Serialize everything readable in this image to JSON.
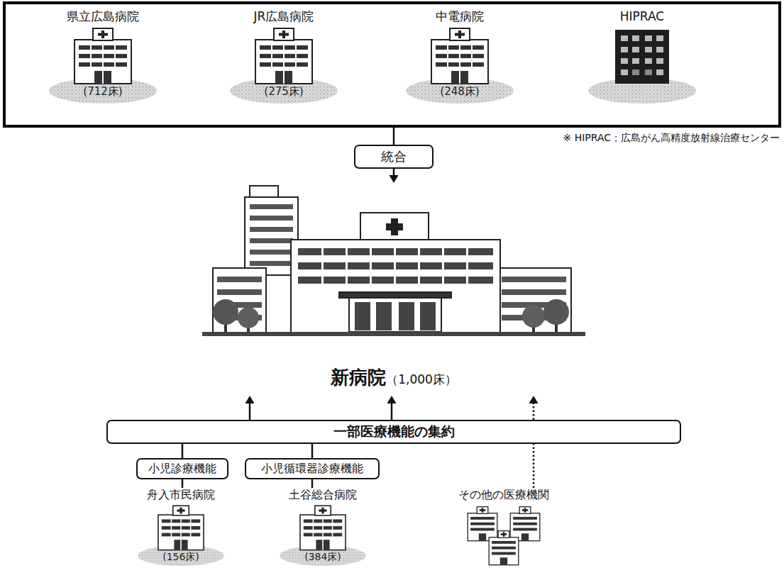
{
  "diagram": {
    "nodes": [
      {
        "text": []
      },
      {
        "text": [
          "県立広島病院",
          "(712床)"
        ],
        "in": 0
      },
      {
        "text": [
          "JR広島病院",
          "(275床)"
        ],
        "in": 0
      },
      {
        "text": [
          "中電病院",
          "(248床)"
        ],
        "in": 0
      },
      {
        "text": [
          "HIPRAC"
        ],
        "in": 0
      },
      {
        "text": [
          "統合"
        ]
      },
      {
        "text": [
          "新病院",
          "（1,000床）"
        ]
      },
      {
        "text": [
          "一部医療機能の集約"
        ]
      },
      {
        "text": [
          "小児診療機能"
        ]
      },
      {
        "text": [
          "小児循環器診療機能"
        ]
      },
      {
        "text": [
          "舟入市民病院",
          "(156床)"
        ]
      },
      {
        "text": [
          "土谷総合病院",
          "(384床)"
        ]
      },
      {
        "text": [
          "その他の医療機関"
        ]
      }
    ],
    "edges": [
      {
        "from": 0,
        "to": 5,
        "arrow": "none"
      },
      {
        "from": 5,
        "to": 6,
        "arrow": "to"
      },
      {
        "from": 10,
        "to": 8,
        "arrow": "none"
      },
      {
        "from": 8,
        "to": 7,
        "arrow": "none"
      },
      {
        "from": 7,
        "to": 6,
        "arrow": "to"
      },
      {
        "from": 11,
        "to": 9,
        "arrow": "none"
      },
      {
        "from": 9,
        "to": 7,
        "arrow": "none"
      },
      {
        "from": 7,
        "to": 6,
        "arrow": "to"
      },
      {
        "from": 12,
        "to": 7,
        "arrow": "none"
      },
      {
        "from": 7,
        "to": 6,
        "arrow": "to"
      }
    ],
    "labels": [
      "※ HIPRAC；広島がん高精度放射線治療センター"
    ]
  }
}
